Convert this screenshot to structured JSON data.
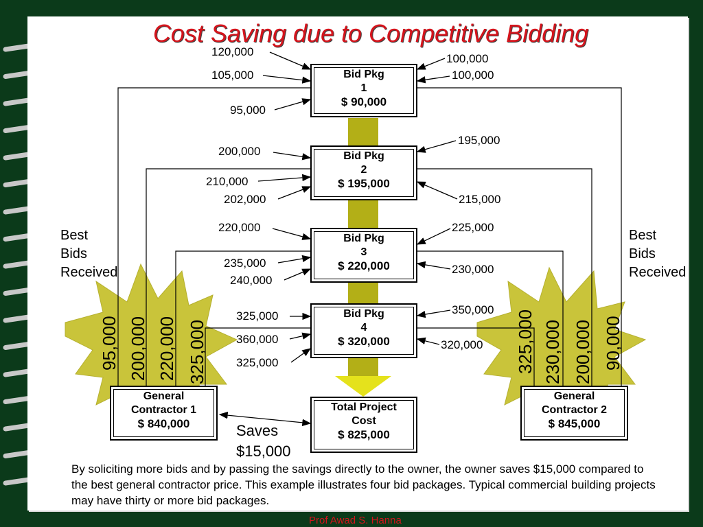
{
  "title": "Cost Saving due to Competitive Bidding",
  "packages": [
    {
      "name": "Bid Pkg",
      "number": "1",
      "price": "$ 90,000"
    },
    {
      "name": "Bid Pkg",
      "number": "2",
      "price": "$ 195,000"
    },
    {
      "name": "Bid Pkg",
      "number": "3",
      "price": "$ 220,000"
    },
    {
      "name": "Bid Pkg",
      "number": "4",
      "price": "$ 320,000"
    }
  ],
  "bids": {
    "pkg1_left": [
      "120,000",
      "105,000",
      "95,000"
    ],
    "pkg1_right": [
      "100,000",
      "100,000"
    ],
    "pkg2_left": [
      "200,000",
      "210,000",
      "202,000"
    ],
    "pkg2_right": [
      "195,000",
      "215,000"
    ],
    "pkg3_left": [
      "220,000",
      "235,000",
      "240,000"
    ],
    "pkg3_right": [
      "225,000",
      "230,000"
    ],
    "pkg4_left": [
      "325,000",
      "360,000",
      "325,000"
    ],
    "pkg4_right": [
      "350,000",
      "320,000"
    ]
  },
  "best_bids_left": [
    "Best",
    "Bids",
    "Received"
  ],
  "best_bids_right": [
    "Best",
    "Bids",
    "Received"
  ],
  "burst_left_values": [
    "95,000",
    "200,000",
    "220,000",
    "325,000"
  ],
  "burst_right_values": [
    "325,000",
    "230,000",
    "200,000",
    "90,000"
  ],
  "gc1": {
    "line1": "General",
    "line2": "Contractor 1",
    "price": "$ 840,000"
  },
  "gc2": {
    "line1": "General",
    "line2": "Contractor 2",
    "price": "$ 845,000"
  },
  "total": {
    "line1": "Total Project",
    "line2": "Cost",
    "price": "$ 825,000"
  },
  "savings": {
    "line1": "Saves",
    "line2": "$15,000"
  },
  "description": "By soliciting more bids and by passing the savings directly to the owner, the owner saves $15,000 compared to the best general contractor price. This example illustrates four bid packages. Typical commercial building projects may have thirty or more bid packages.",
  "footer": "Prof Awad S. Hanna",
  "colors": {
    "background": "#0b3a1a",
    "title": "#d4141c",
    "burst": "#c9c43a",
    "arrow": "#d8d418"
  }
}
